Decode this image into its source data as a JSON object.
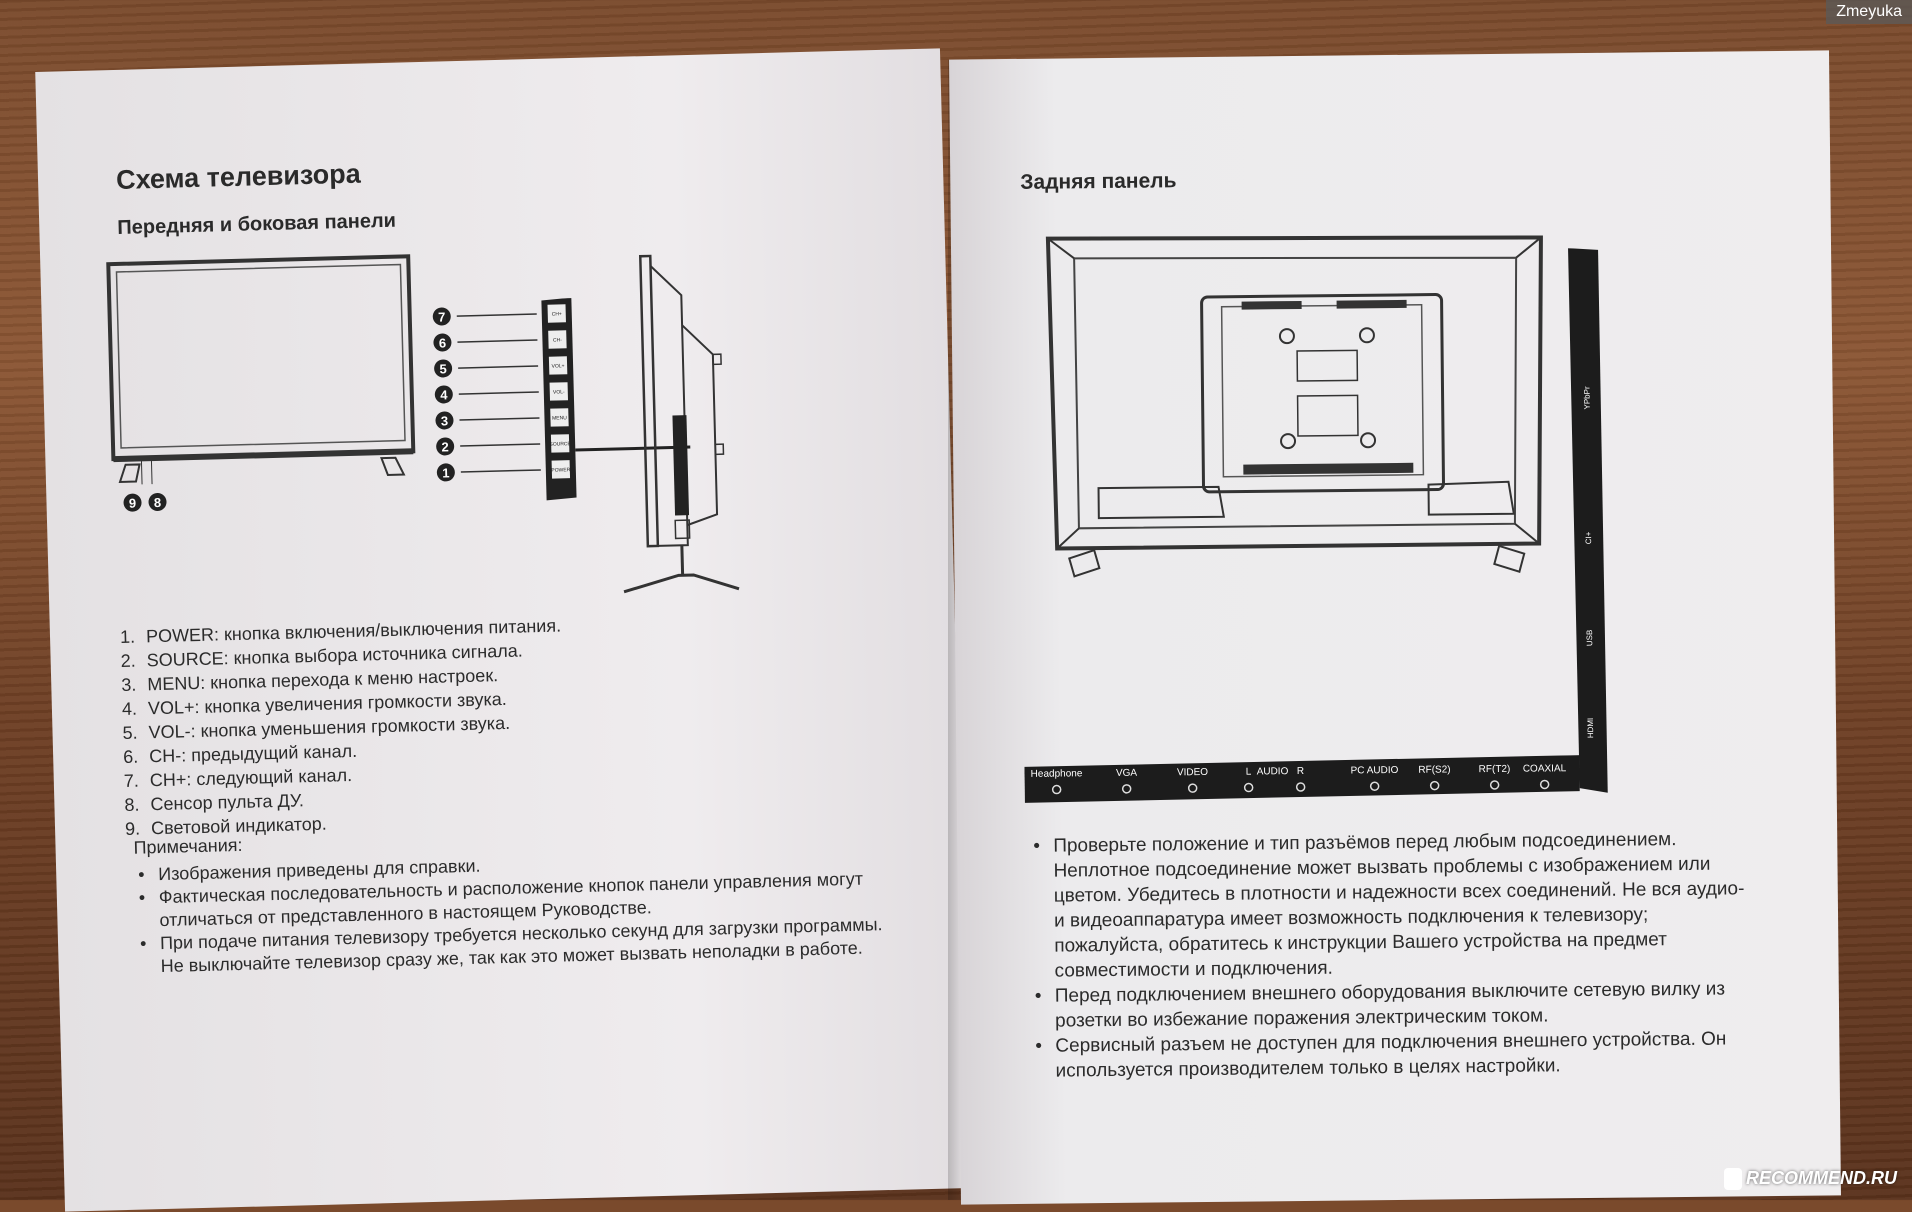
{
  "left_page": {
    "title": "Схема телевизора",
    "subtitle": "Передняя и боковая панели",
    "callouts": [
      "7",
      "6",
      "5",
      "4",
      "3",
      "2",
      "1"
    ],
    "front_callouts": [
      "9",
      "8"
    ],
    "side_buttons": [
      "CH+",
      "CH-",
      "VOL+",
      "VOL-",
      "MENU",
      "SOURCE",
      "POWER"
    ],
    "list": [
      {
        "num": "1.",
        "text": "POWER: кнопка включения/выключения питания."
      },
      {
        "num": "2.",
        "text": "SOURCE: кнопка выбора источника сигнала."
      },
      {
        "num": "3.",
        "text": "MENU: кнопка перехода к меню настроек."
      },
      {
        "num": "4.",
        "text": "VOL+: кнопка увеличения громкости звука."
      },
      {
        "num": "5.",
        "text": "VOL-: кнопка уменьшения громкости звука."
      },
      {
        "num": "6.",
        "text": "CH-: предыдущий канал."
      },
      {
        "num": "7.",
        "text": "CH+: следующий канал."
      },
      {
        "num": "8.",
        "text": "Сенсор пульта ДУ."
      },
      {
        "num": "9.",
        "text": "Световой индикатор."
      }
    ],
    "notes_title": "Примечания:",
    "notes": [
      "Изображения приведены для справки.",
      "Фактическая последовательность и расположение кнопок панели управления могут отличаться от представленного в настоящем Руководстве.",
      "При подаче питания телевизору требуется несколько секунд для загрузки программы. Не выключайте телевизор сразу же, так как это может вызвать неполадки в работе."
    ]
  },
  "right_page": {
    "title": "Задняя панель",
    "ports": [
      "Headphone",
      "VGA",
      "VIDEO",
      "L",
      "AUDIO",
      "R",
      "PC AUDIO",
      "RF(S2)",
      "RF(T2)",
      "COAXIAL"
    ],
    "side_ports": [
      "YPbPr",
      "CI+",
      "USB",
      "HDMI"
    ],
    "bullets": [
      "Проверьте положение и тип разъёмов перед любым подсоединением. Неплотное подсоединение может вызвать проблемы с изображением или цветом. Убедитесь в плотности и надежности всех соединений. Не вся аудио- и видеоаппаратура имеет возможность подключения к телевизору; пожалуйста, обратитесь к инструкции Вашего устройства на предмет совместимости и подключения.",
      "Перед подключением внешнего оборудования выключите сетевую вилку из розетки во избежание поражения электрическим током.",
      "Сервисный разъем не доступен для подключения внешнего устройства. Он используется производителем только в целях настройки."
    ]
  },
  "watermark": "Zmeyuka",
  "brand": "RECOMMEND.RU",
  "colors": {
    "paper": "#eeebec",
    "ink": "#2b2b2b",
    "wood": "#7a4a2c"
  }
}
